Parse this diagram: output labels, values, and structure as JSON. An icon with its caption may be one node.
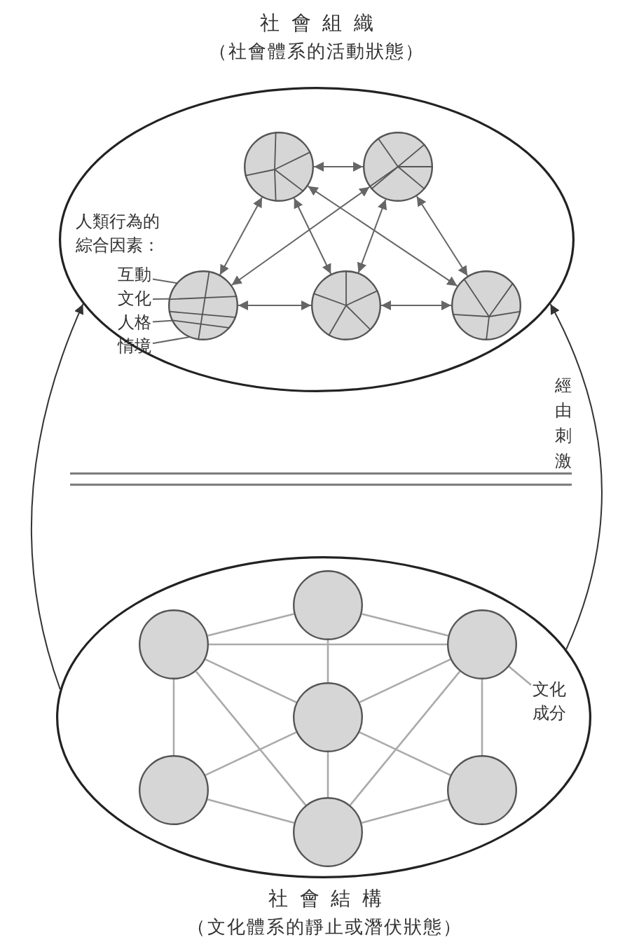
{
  "diagram": {
    "nodes": [
      {
        "text": [
          "社會組織",
          "（社會體系的活動狀態）"
        ]
      },
      {
        "text": [
          "人類行為的綜合因素："
        ],
        "in": 0
      },
      {
        "text": [
          "互動"
        ],
        "in": 0
      },
      {
        "text": [
          "文化"
        ],
        "in": 0
      },
      {
        "text": [
          "人格"
        ],
        "in": 0
      },
      {
        "text": [
          "情境"
        ],
        "in": 0
      },
      {
        "text": [],
        "shape": "circle",
        "in": 0
      },
      {
        "text": [],
        "shape": "circle",
        "in": 0
      },
      {
        "text": [],
        "shape": "circle",
        "in": 0
      },
      {
        "text": [],
        "shape": "circle",
        "in": 0
      },
      {
        "text": [],
        "shape": "circle",
        "in": 0
      },
      {
        "text": [
          "社會結構",
          "（文化體系的靜止或潛伏狀態）"
        ]
      },
      {
        "text": [],
        "shape": "circle",
        "in": 11
      },
      {
        "text": [],
        "shape": "circle",
        "in": 11
      },
      {
        "text": [],
        "shape": "circle",
        "in": 11
      },
      {
        "text": [],
        "shape": "circle",
        "in": 11
      },
      {
        "text": [],
        "shape": "circle",
        "in": 11
      },
      {
        "text": [],
        "shape": "circle",
        "in": 11
      },
      {
        "text": [],
        "shape": "circle",
        "in": 11
      },
      {
        "text": [
          "文化成分"
        ],
        "in": 11
      }
    ],
    "edges": [
      {
        "from": 6,
        "to": 7,
        "arrow": "both",
        "color": "#666666"
      },
      {
        "from": 6,
        "to": 8,
        "arrow": "both",
        "color": "#666666"
      },
      {
        "from": 6,
        "to": 9,
        "arrow": "both",
        "color": "#666666"
      },
      {
        "from": 6,
        "to": 10,
        "arrow": "both",
        "color": "#666666"
      },
      {
        "from": 7,
        "to": 8,
        "arrow": "both",
        "color": "#666666"
      },
      {
        "from": 7,
        "to": 9,
        "arrow": "both",
        "color": "#666666"
      },
      {
        "from": 7,
        "to": 10,
        "arrow": "both",
        "color": "#666666"
      },
      {
        "from": 8,
        "to": 9,
        "arrow": "both",
        "color": "#666666"
      },
      {
        "from": 9,
        "to": 10,
        "arrow": "both",
        "color": "#666666"
      },
      {
        "from": 2,
        "to": 8,
        "arrow": "none",
        "color": "#666666"
      },
      {
        "from": 3,
        "to": 8,
        "arrow": "none",
        "color": "#666666"
      },
      {
        "from": 4,
        "to": 8,
        "arrow": "none",
        "color": "#666666"
      },
      {
        "from": 5,
        "to": 8,
        "arrow": "none",
        "color": "#666666"
      },
      {
        "from": 19,
        "to": 14,
        "arrow": "none"
      },
      {
        "from": 12,
        "to": 13,
        "arrow": "none"
      },
      {
        "from": 12,
        "to": 14,
        "arrow": "none"
      },
      {
        "from": 12,
        "to": 15,
        "arrow": "none"
      },
      {
        "from": 13,
        "to": 14,
        "arrow": "none"
      },
      {
        "from": 13,
        "to": 15,
        "arrow": "none"
      },
      {
        "from": 13,
        "to": 16,
        "arrow": "none"
      },
      {
        "from": 13,
        "to": 18,
        "arrow": "none"
      },
      {
        "from": 14,
        "to": 15,
        "arrow": "none"
      },
      {
        "from": 14,
        "to": 17,
        "arrow": "none"
      },
      {
        "from": 14,
        "to": 18,
        "arrow": "none"
      },
      {
        "from": 15,
        "to": 16,
        "arrow": "none"
      },
      {
        "from": 15,
        "to": 17,
        "arrow": "none"
      },
      {
        "from": 15,
        "to": 18,
        "arrow": "none"
      },
      {
        "from": 16,
        "to": 18,
        "arrow": "none"
      },
      {
        "from": 17,
        "to": 18,
        "arrow": "none"
      },
      {
        "from": 11,
        "to": 0,
        "arrow": "to",
        "color": "#333333"
      },
      {
        "from": 11,
        "to": 0,
        "arrow": "to",
        "color": "#333333",
        "label": "經由刺激"
      }
    ]
  }
}
